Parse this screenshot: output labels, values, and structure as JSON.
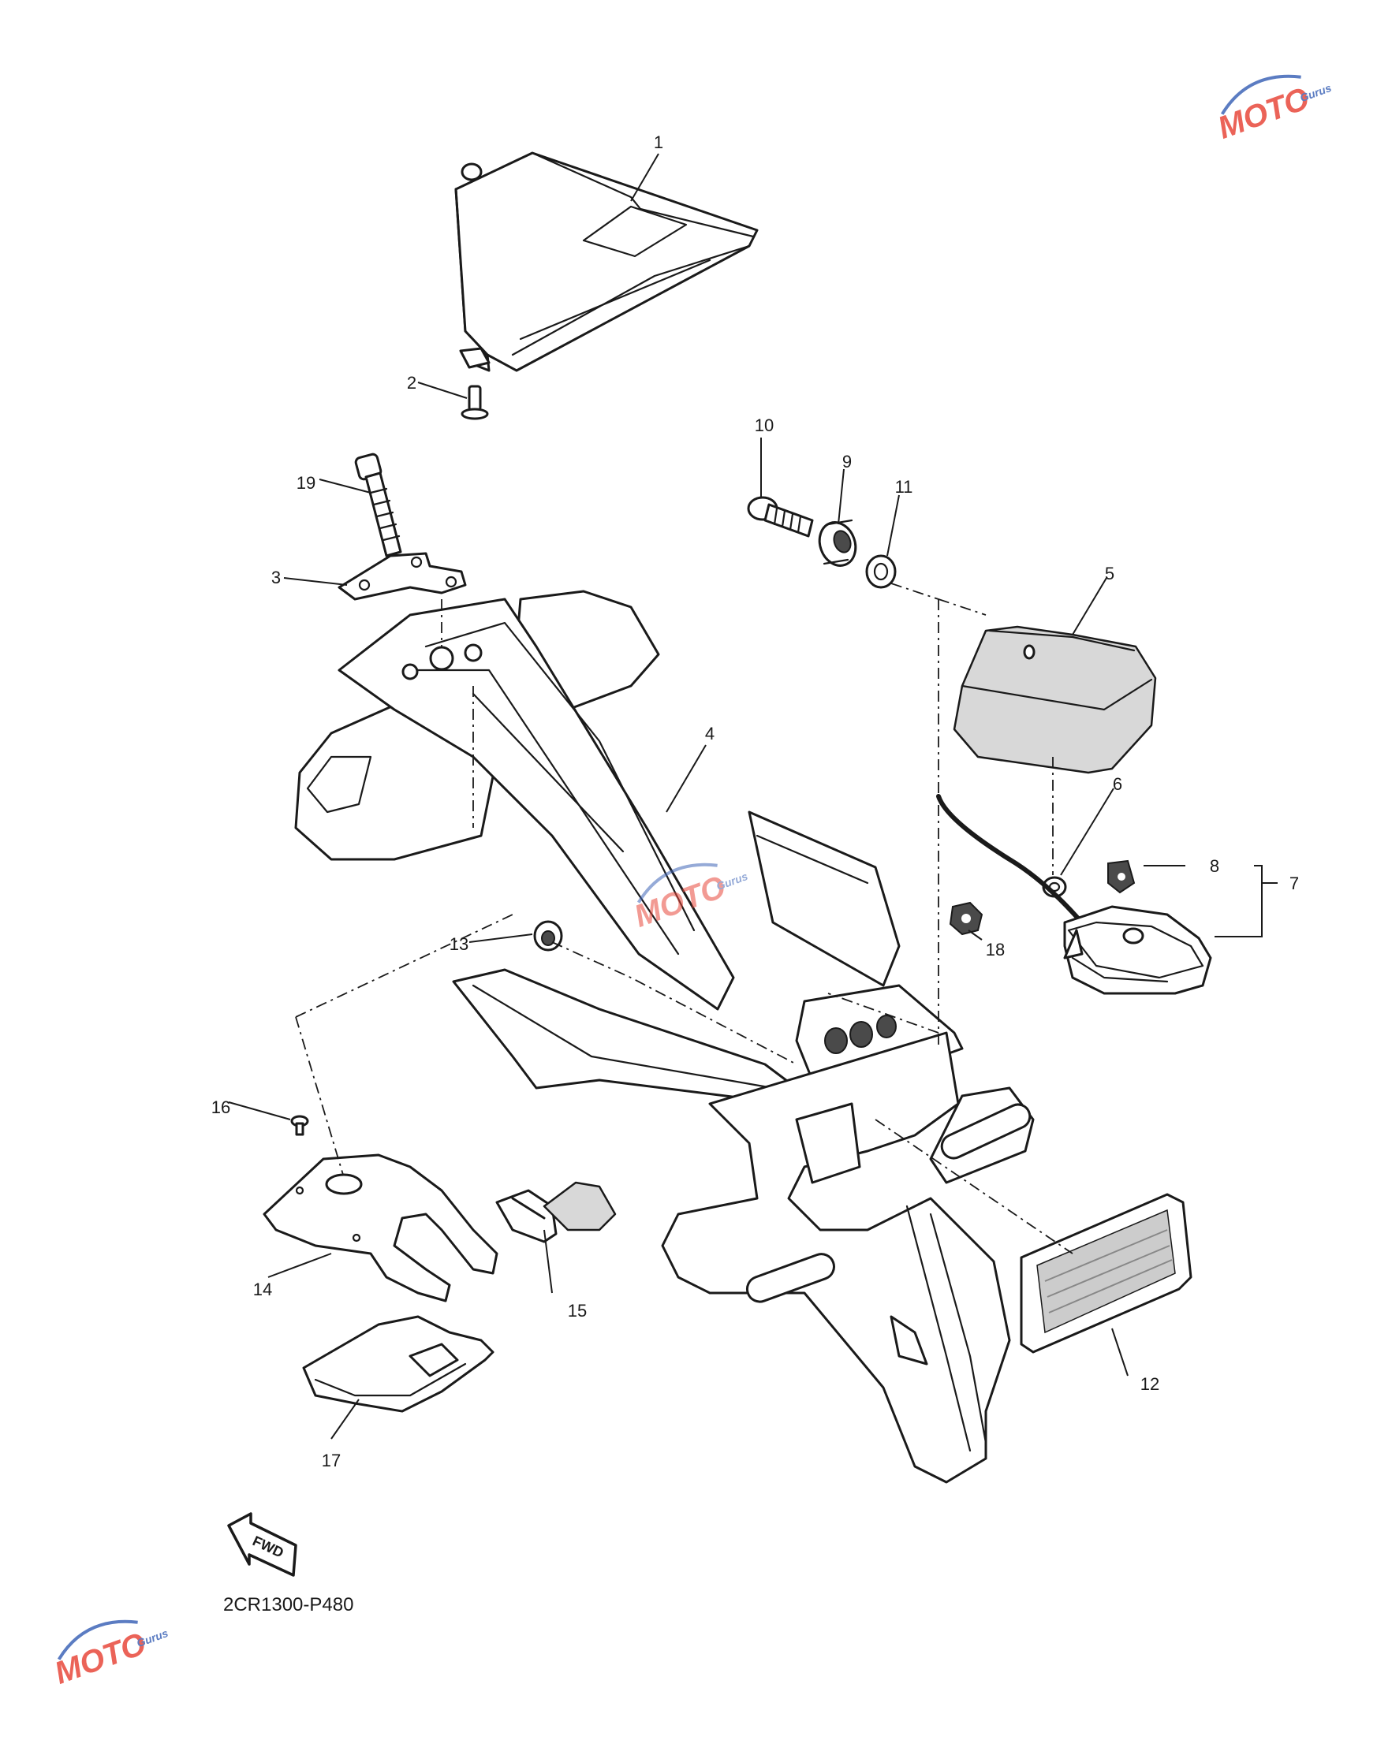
{
  "diagram": {
    "code": "2CR1300-P480",
    "fwd_label": "FWD",
    "callouts": [
      "1",
      "2",
      "3",
      "4",
      "5",
      "6",
      "7",
      "8",
      "9",
      "10",
      "11",
      "12",
      "13",
      "14",
      "15",
      "16",
      "17",
      "18",
      "19"
    ]
  },
  "watermark": {
    "text": "MOTO",
    "subtext": "Gurus",
    "color_primary": "#e8483c",
    "color_secondary": "#3f66b8"
  }
}
